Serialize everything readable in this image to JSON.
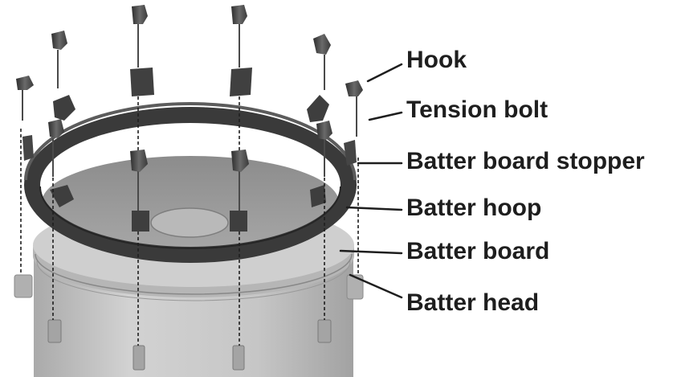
{
  "callouts": {
    "hook": "Hook",
    "tension_bolt": "Tension bolt",
    "batter_board_stopper": "Batter board stopper",
    "batter_hoop": "Batter hoop",
    "batter_board": "Batter board",
    "batter_head": "Batter head"
  },
  "colors": {
    "hoop": "#3a3a3a",
    "hoop_top": "#5a5a5a",
    "shell": "#c4c4c4",
    "board": "#9a9a9a",
    "hardware": "#474747",
    "text": "#1e1e1e"
  }
}
